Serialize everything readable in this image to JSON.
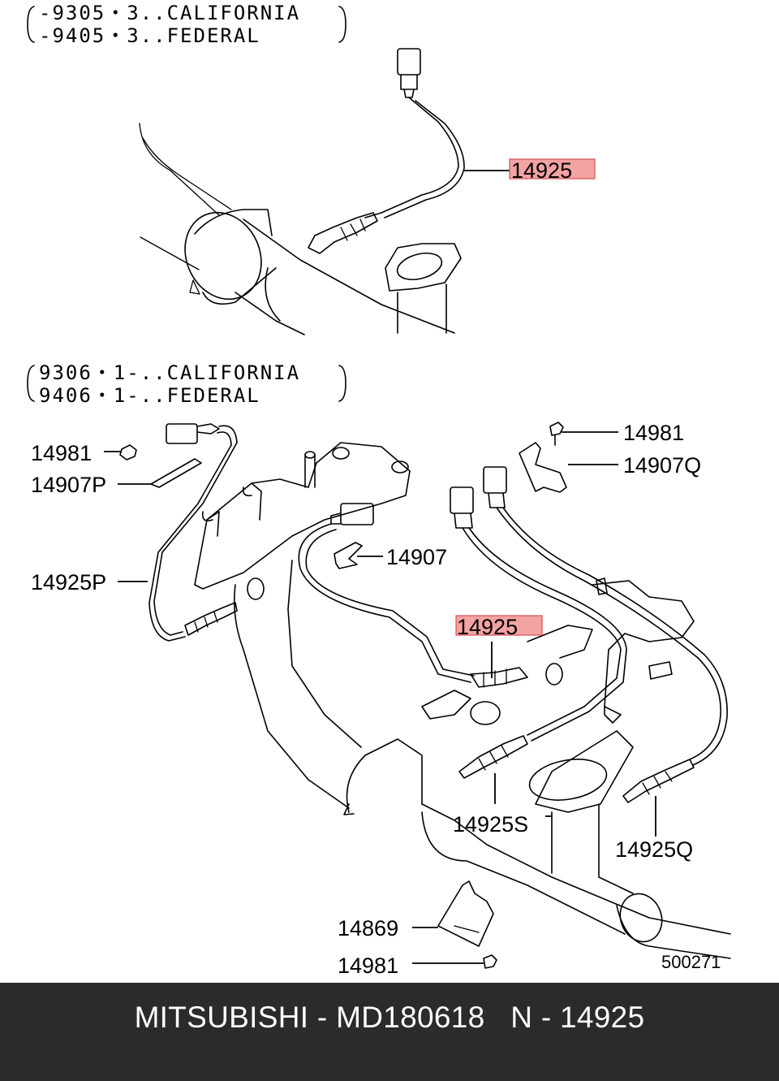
{
  "diagram": {
    "top_group": {
      "header_line1": "-9305・3..CALIFORNIA",
      "header_line2": "-9405・3..FEDERAL",
      "part_label": "14925"
    },
    "bottom_group": {
      "header_line1": "9306・1-..CALIFORNIA",
      "header_line2": "9406・1-..FEDERAL",
      "labels": {
        "left_14981": "14981",
        "left_14907P": "14907P",
        "left_14925P": "14925P",
        "center_14907": "14907",
        "right_14981": "14981",
        "right_14907Q": "14907Q",
        "center_14925": "14925",
        "bottom_14925S": "14925S",
        "bottom_14925Q": "14925Q",
        "bottom_14869": "14869",
        "bottom_14981": "14981"
      },
      "drawing_number": "500271"
    },
    "highlight_color": "#f4a3a3"
  },
  "footer": {
    "text": "MITSUBISHI - MD180618   N - 14925",
    "background": "#2b2b2b"
  }
}
